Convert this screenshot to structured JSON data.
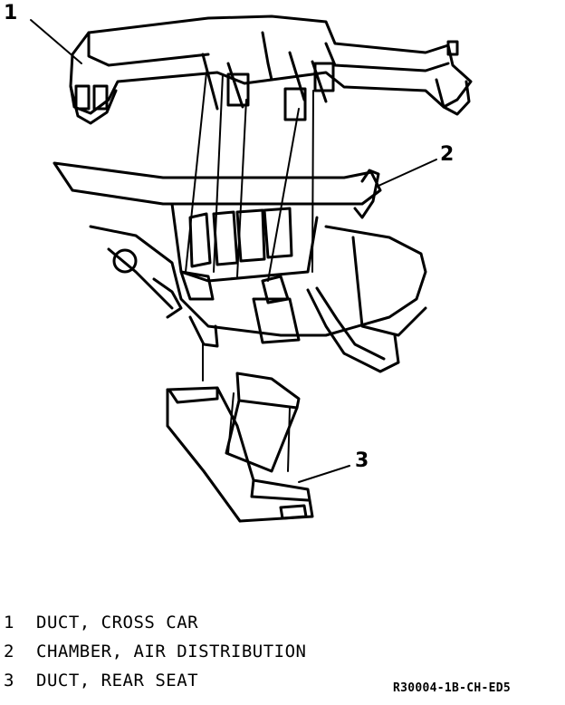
{
  "callouts": [
    {
      "number": "1"
    },
    {
      "number": "2"
    },
    {
      "number": "3"
    }
  ],
  "legend": [
    {
      "number": "1",
      "text": "DUCT, CROSS CAR"
    },
    {
      "number": "2",
      "text": "CHAMBER, AIR DISTRIBUTION"
    },
    {
      "number": "3",
      "text": "DUCT, REAR SEAT"
    }
  ],
  "figure_code": "R30004-1B-CH-ED5"
}
